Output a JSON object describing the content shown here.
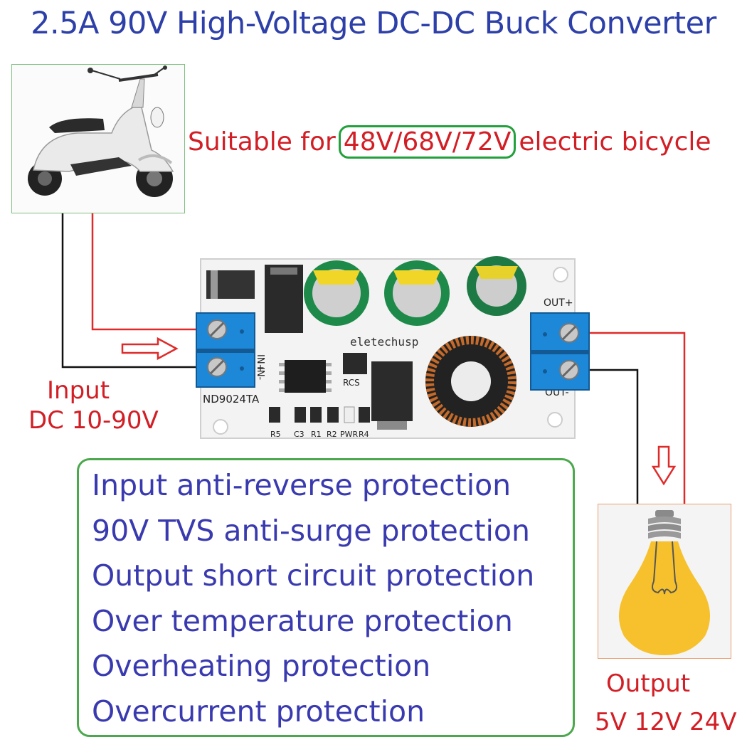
{
  "title": "2.5A 90V High-Voltage DC-DC Buck Converter",
  "suitable": {
    "prefix": "Suitable for",
    "highlight": "48V/68V/72V",
    "suffix": "electric bicycle"
  },
  "input": {
    "line1": "Input",
    "line2": "DC 10-90V"
  },
  "output": {
    "line1": "Output",
    "line2": "5V 12V 24V"
  },
  "board": {
    "brand": "eletechusp",
    "model": "ND9024TA",
    "out_plus": "OUT+",
    "out_minus": "OUT-",
    "in_plus": "IN+",
    "in_minus": "IN-",
    "rcs": "RCS",
    "component_labels": [
      "R5",
      "C3",
      "R1",
      "R2",
      "PWR",
      "R4"
    ]
  },
  "features": [
    "Input anti-reverse protection",
    "90V TVS anti-surge protection",
    "Output short circuit protection",
    "Over temperature protection",
    "Overheating protection",
    "Overcurrent protection"
  ],
  "colors": {
    "title": "#2d3fa8",
    "red_text": "#d21e25",
    "feature_text": "#3a3ab0",
    "green_border": "#4ca84c",
    "terminal_blue": "#1e88d8",
    "bulb_yellow": "#f6c12c"
  }
}
